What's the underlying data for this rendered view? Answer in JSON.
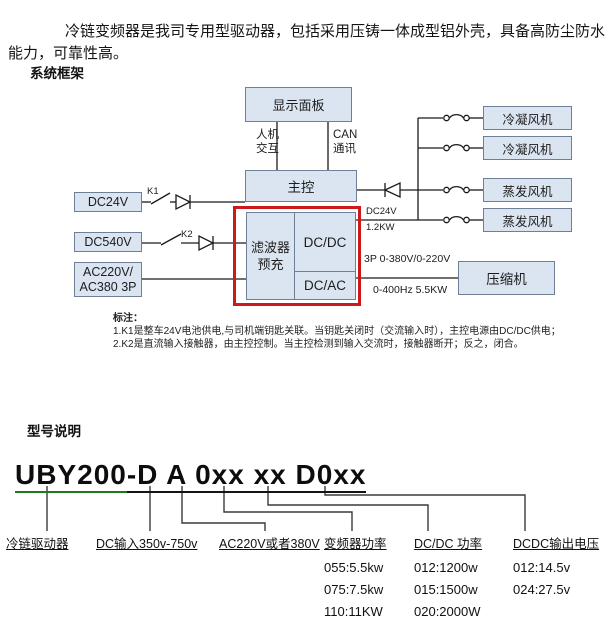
{
  "intro": {
    "text": "冷链变频器是我司专用型驱动器，包括采用压铸一体成型铝外壳，具备高防尘防水能力，可靠性高。"
  },
  "sections": {
    "system_title": "系统框架",
    "model_title": "型号说明"
  },
  "diagram": {
    "boxes": {
      "display_panel": "显示面板",
      "main_controller": "主控",
      "filter_line1": "滤波器",
      "filter_line2": "预充",
      "dc_dc": "DC/DC",
      "dc_ac": "DC/AC",
      "dc24v_input": "DC24V",
      "dc540v_input": "DC540V",
      "ac_input_line1": "AC220V/",
      "ac_input_line2": "AC380 3P",
      "fans": [
        "冷凝风机",
        "冷凝风机",
        "蒸发风机",
        "蒸发风机"
      ],
      "compressor": "压缩机"
    },
    "labels": {
      "hmi_line1": "人机",
      "hmi_line2": "交互",
      "can_line1": "CAN",
      "can_line2": "通讯",
      "k1": "K1",
      "k2": "K2",
      "dc24v_rail": "DC24V",
      "dc24v_power": "1.2KW",
      "compressor_spec_top": "3P 0-380V/0-220V",
      "compressor_spec_bottom": "0-400Hz 5.5KW"
    },
    "notes": {
      "title": "标注：",
      "items": [
        "1.K1是整车24V电池供电,与司机端钥匙关联。当钥匙关闭时（交流输入时），主控电源由DC/DC供电；",
        "2.K2是直流输入接触器，由主控控制。当主控检测到输入交流时，接触器断开；反之，闭合。"
      ]
    }
  },
  "model": {
    "code_prefix": "UBY200",
    "code_rest": "-D A 0xx xx D0xx",
    "legend": [
      {
        "label": "冷链驱动器",
        "values": []
      },
      {
        "label": "DC输入350v-750v",
        "values": []
      },
      {
        "label": "AC220V或者380V",
        "values": []
      },
      {
        "label": "变频器功率",
        "values": [
          "055:5.5kw",
          "075:7.5kw",
          "110:11KW"
        ]
      },
      {
        "label": "DC/DC 功率",
        "values": [
          "012:1200w",
          "015:1500w",
          "020:2000W"
        ]
      },
      {
        "label": "DCDC输出电压",
        "values": [
          "012:14.5v",
          "024:27.5v"
        ]
      }
    ]
  },
  "colors": {
    "box_fill": "#dbe5f1",
    "box_border": "#6e7f96",
    "highlight_red": "#cc1a1a",
    "underline_green": "#1e7a1e"
  }
}
